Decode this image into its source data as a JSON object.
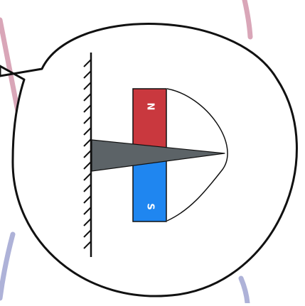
{
  "magnet": {
    "north_label": "N",
    "south_label": "S",
    "north_color": "#c9383e",
    "south_color": "#1f86f0"
  },
  "colors": {
    "field_line_pink": "#d9a6b8",
    "field_line_blue": "#aeb2d8",
    "outline": "#111111",
    "pointer": "#5c6367",
    "callout_fill": "#ffffff"
  },
  "icons": {
    "wall": "hatched-wall",
    "pointer": "wedge-pointer",
    "callout": "speech-bubble"
  }
}
